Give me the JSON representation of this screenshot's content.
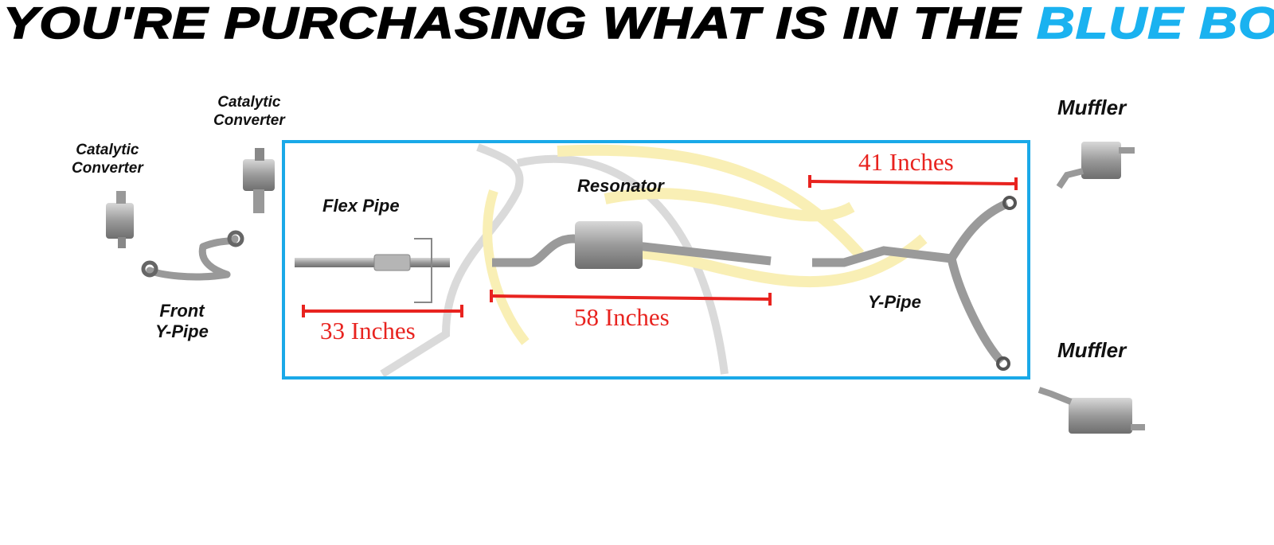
{
  "title": {
    "main": "YOU'RE PURCHASING WHAT IS IN THE",
    "highlight": "BLUE BOX"
  },
  "colors": {
    "highlight": "#1ab2f0",
    "box": "#1aa9e8",
    "measure": "#e8231f"
  },
  "parts": {
    "cat_left": {
      "line1": "Catalytic",
      "line2": "Converter"
    },
    "cat_right": {
      "line1": "Catalytic",
      "line2": "Converter"
    },
    "front_ypipe": {
      "line1": "Front",
      "line2": "Y-Pipe"
    },
    "flex_pipe": "Flex Pipe",
    "resonator": "Resonator",
    "ypipe": "Y-Pipe",
    "muffler_top": "Muffler",
    "muffler_bottom": "Muffler"
  },
  "measurements": {
    "flex": "33 Inches",
    "resonator": "58 Inches",
    "ypipe": "41 Inches"
  }
}
